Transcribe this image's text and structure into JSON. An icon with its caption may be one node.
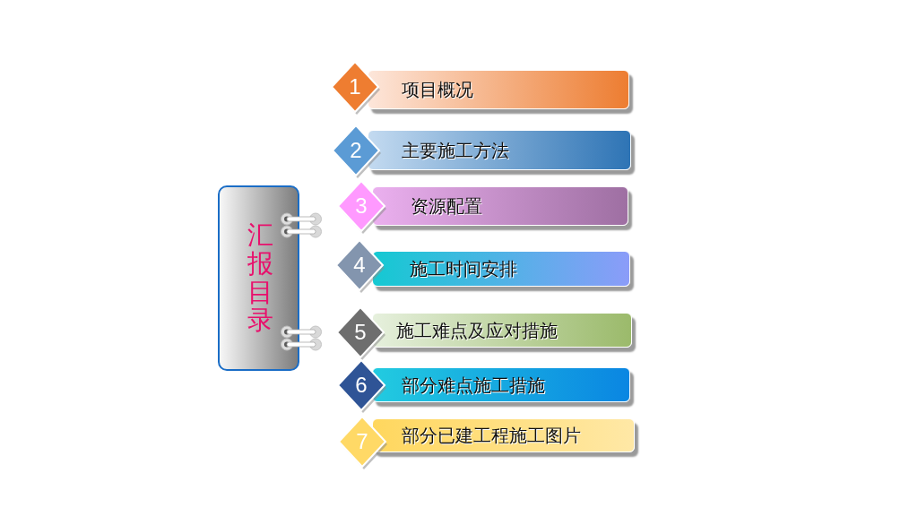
{
  "diagram": {
    "nodes": [
      {
        "text": [
          "汇报目录"
        ]
      },
      {
        "text": [
          "1"
        ]
      },
      {
        "text": [
          "项目概况"
        ]
      },
      {
        "text": [
          "2"
        ]
      },
      {
        "text": [
          "主要施工方法"
        ]
      },
      {
        "text": [
          "3"
        ]
      },
      {
        "text": [
          "资源配置"
        ]
      },
      {
        "text": [
          "4"
        ]
      },
      {
        "text": [
          "施工时间安排"
        ]
      },
      {
        "text": [
          "5"
        ]
      },
      {
        "text": [
          "施工难点及应对措施"
        ]
      },
      {
        "text": [
          "6"
        ]
      },
      {
        "text": [
          "部分难点施工措施"
        ]
      },
      {
        "text": [
          "7"
        ]
      },
      {
        "text": [
          "部分已建工程施工图片"
        ]
      }
    ]
  }
}
